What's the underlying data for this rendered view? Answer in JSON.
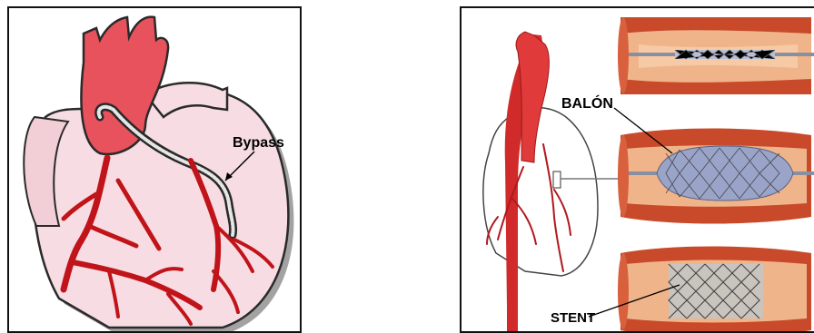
{
  "bypass_panel": {
    "label": "Bypass",
    "colors": {
      "aorta": "#e8525c",
      "heart": "#f7dde3",
      "vessel": "#c0141a",
      "outline": "#2a2a2a"
    },
    "icons": [
      "heart-illustration",
      "bypass-graft-icon",
      "coronary-artery-icon"
    ]
  },
  "angioplasty_panel": {
    "balloon_label": "BALÓN",
    "stent_label": "STENT",
    "colors": {
      "artery_wall": "#c84a2a",
      "artery_inner": "#f0b48a",
      "balloon": "#9aa4c8",
      "mesh": "#555555"
    },
    "icons": [
      "heart-outline-icon",
      "artery-catheter-icon",
      "artery-balloon-icon",
      "artery-stent-icon"
    ]
  }
}
